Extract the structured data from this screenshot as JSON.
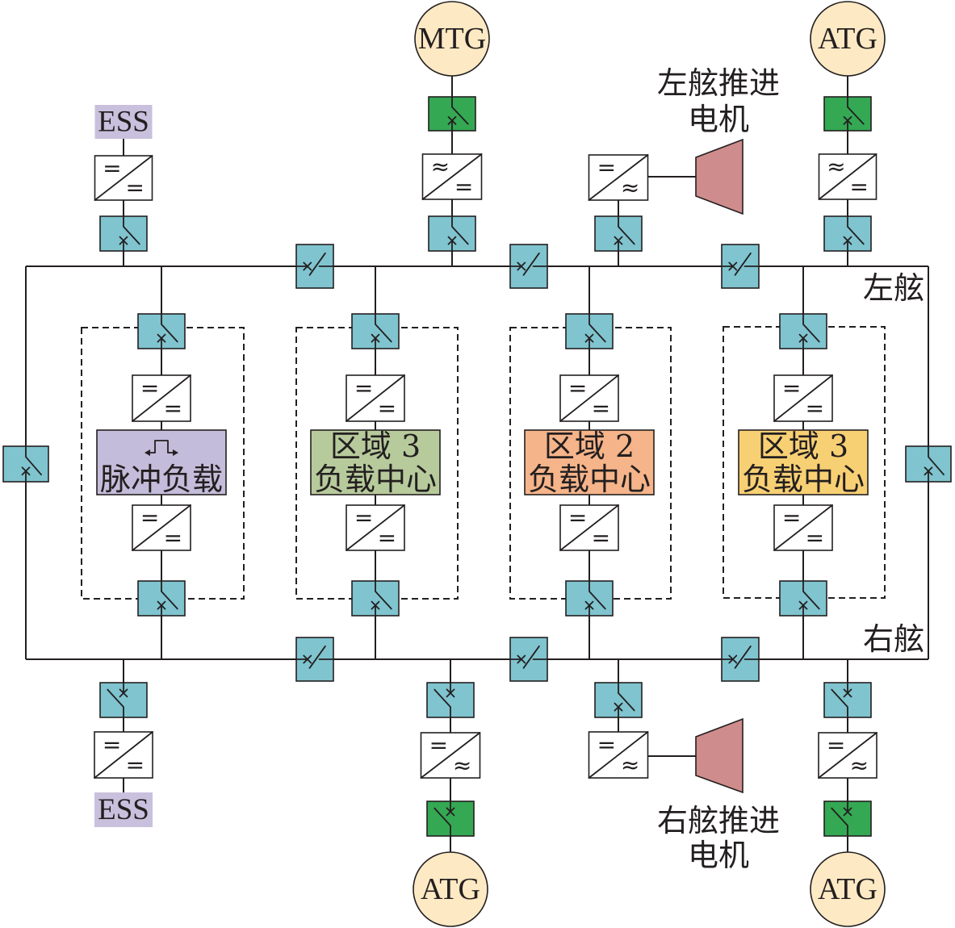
{
  "bus_labels": {
    "port": "左舷",
    "starboard": "右舷"
  },
  "ess": {
    "top": "ESS",
    "bottom": "ESS"
  },
  "generators": {
    "top_left": "MTG",
    "top_right": "ATG",
    "bottom_left": "ATG",
    "bottom_right": "ATG"
  },
  "motors": {
    "port": {
      "line1": "左舷推进",
      "line2": "电机"
    },
    "starboard": {
      "line1": "右舷推进",
      "line2": "电机"
    }
  },
  "converters": {
    "ess_top": {
      "in": "=",
      "out": "="
    },
    "mtg": {
      "in": "≈",
      "out": "="
    },
    "motor_port": {
      "in": "=",
      "out": "≈"
    },
    "atg_top": {
      "in": "≈",
      "out": "="
    },
    "ess_bottom": {
      "in": "=",
      "out": "="
    },
    "atg_bottom_left": {
      "in": "=",
      "out": "≈"
    },
    "motor_starboard": {
      "in": "=",
      "out": "≈"
    },
    "atg_bottom_right": {
      "in": "=",
      "out": "≈"
    }
  },
  "zones": [
    {
      "label": "脉冲负载",
      "icon": "pulse-icon",
      "color": "#c3bcda",
      "converters": [
        {
          "in": "=",
          "out": "="
        },
        {
          "in": "=",
          "out": "="
        }
      ]
    },
    {
      "line1": "区域 3",
      "line2": "负载中心",
      "color": "#b7ca9c",
      "converters": [
        {
          "in": "=",
          "out": "="
        },
        {
          "in": "=",
          "out": "="
        }
      ]
    },
    {
      "line1": "区域 2",
      "line2": "负载中心",
      "color": "#f5b489",
      "converters": [
        {
          "in": "=",
          "out": "="
        },
        {
          "in": "=",
          "out": "="
        }
      ]
    },
    {
      "line1": "区域 3",
      "line2": "负载中心",
      "color": "#f8d074",
      "converters": [
        {
          "in": "=",
          "out": "="
        },
        {
          "in": "=",
          "out": "="
        }
      ]
    }
  ],
  "colors": {
    "line": "#231f20",
    "breaker": "#7fc4cf",
    "breaker_green": "#34a853",
    "generator": "#fde9c3",
    "motor": "#cf8c8c",
    "ess": "#c8c0dd",
    "converter": "#ffffff"
  }
}
